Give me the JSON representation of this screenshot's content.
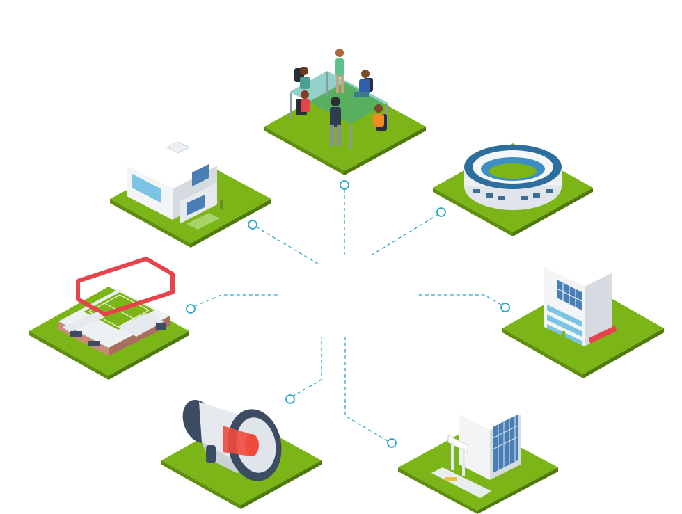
{
  "colors": {
    "grass_top": "#7cb518",
    "grass_side_left": "#5e8f0f",
    "grass_side_right": "#4d7a0a",
    "connector": "#2aa6c8",
    "node_fill": "#ffffff",
    "wall_light": "#f2f4f6",
    "wall_shade": "#d5dbe1",
    "glass": "#7cc4e4",
    "accent_red": "#e8434a",
    "stadium_blue": "#2c6f9e",
    "megaphone_dark": "#3b4c63",
    "megaphone_red": "#f04a3d"
  },
  "hub": {
    "nodes": [
      {
        "id": "meeting",
        "icon": "meeting-room-icon"
      },
      {
        "id": "stadium",
        "icon": "round-stadium-icon"
      },
      {
        "id": "office-tower",
        "icon": "office-tower-icon"
      },
      {
        "id": "corporate-building",
        "icon": "corporate-building-icon"
      },
      {
        "id": "megaphone",
        "icon": "megaphone-icon"
      },
      {
        "id": "football-arena",
        "icon": "football-arena-icon"
      },
      {
        "id": "house",
        "icon": "modern-house-icon"
      }
    ]
  }
}
